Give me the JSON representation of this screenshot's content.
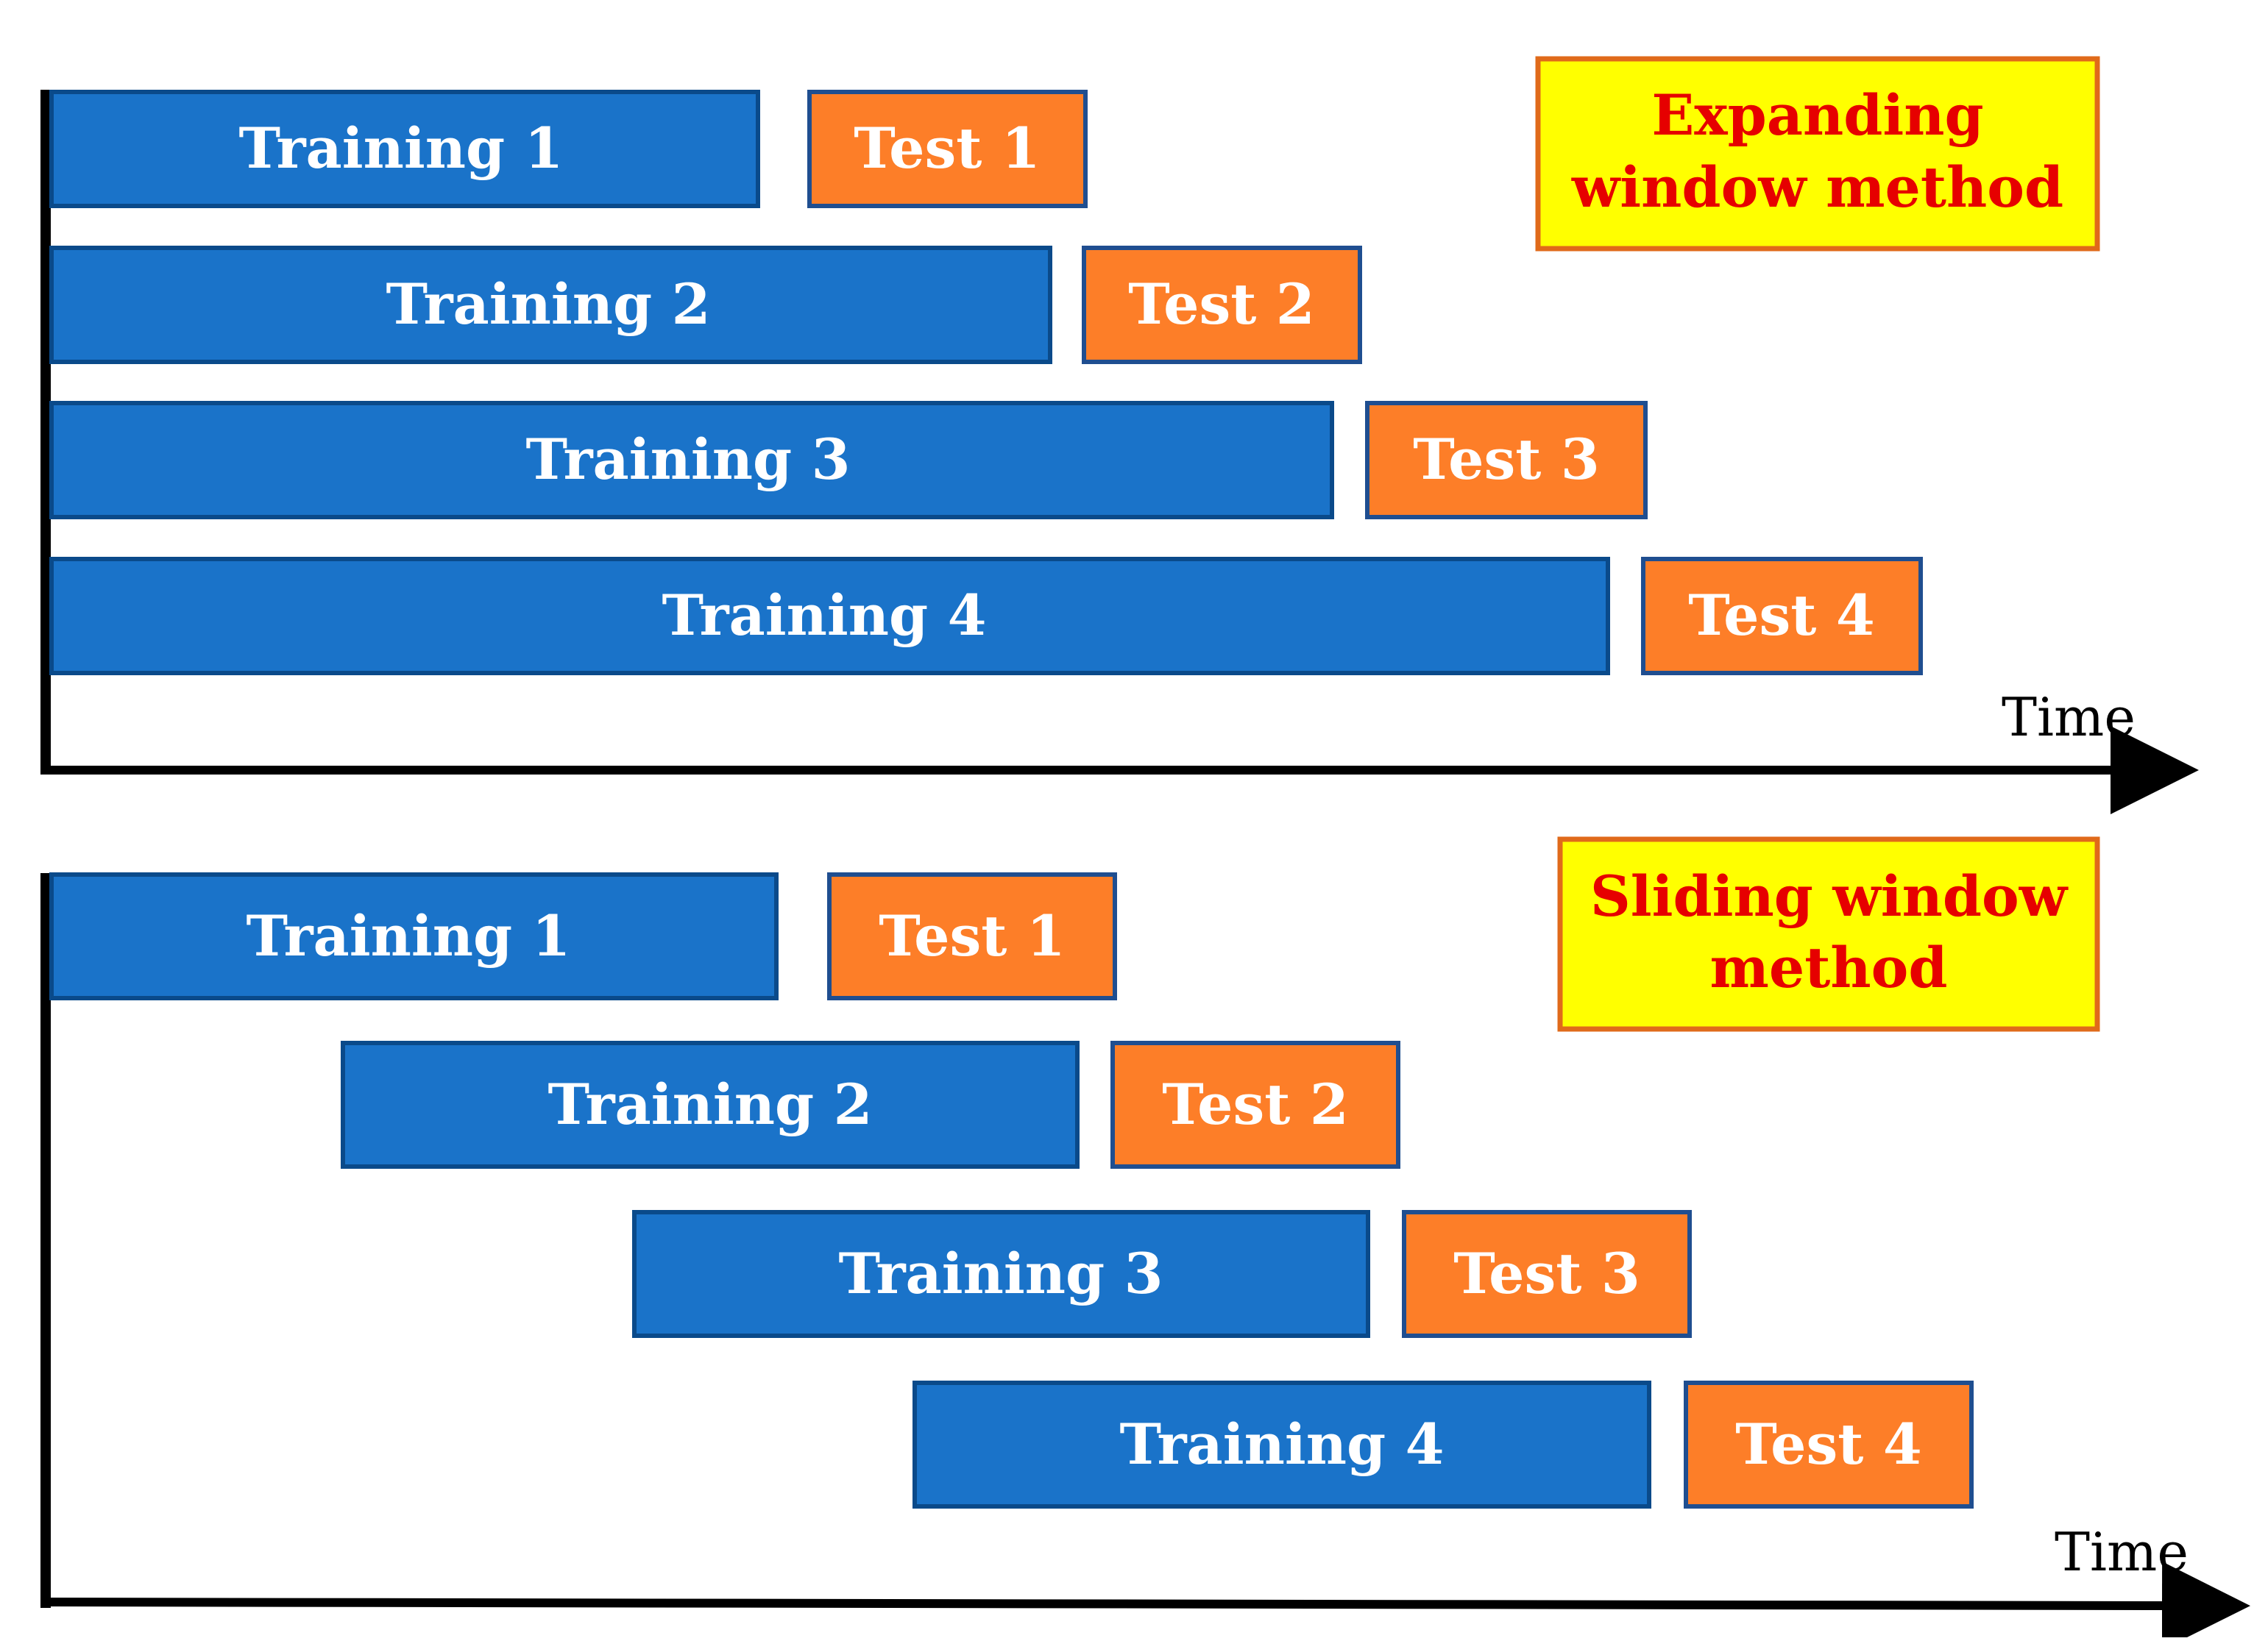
{
  "colors": {
    "training": "#1a73c9",
    "training_border": "#0a4a8a",
    "test": "#fd7e28",
    "test_border": "#1f4e90",
    "title_box": "#ffff00",
    "title_border": "#e06a1a",
    "title_text": "#e60000",
    "axis": "#000000"
  },
  "expanding": {
    "title_line1": "Expanding",
    "title_line2": "window method",
    "time_label": "Time",
    "rows": [
      {
        "training": "Training 1",
        "test": "Test 1"
      },
      {
        "training": "Training 2",
        "test": "Test 2"
      },
      {
        "training": "Training 3",
        "test": "Test 3"
      },
      {
        "training": "Training 4",
        "test": "Test 4"
      }
    ]
  },
  "sliding": {
    "title_line1": "Sliding window",
    "title_line2": "method",
    "time_label": "Time",
    "rows": [
      {
        "training": "Training 1",
        "test": "Test 1"
      },
      {
        "training": "Training 2",
        "test": "Test 2"
      },
      {
        "training": "Training 3",
        "test": "Test 3"
      },
      {
        "training": "Training 4",
        "test": "Test 4"
      }
    ]
  }
}
